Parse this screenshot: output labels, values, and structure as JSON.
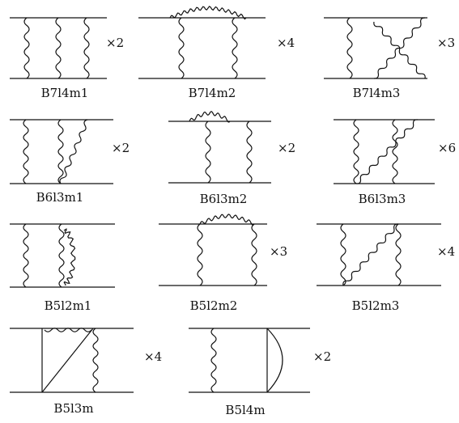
{
  "diagrams": [
    {
      "label": "B7l4m1",
      "multiplicity": "×2"
    },
    {
      "label": "B7l4m2",
      "multiplicity": "×4"
    },
    {
      "label": "B7l4m3",
      "multiplicity": "×3"
    },
    {
      "label": "B6l3m1",
      "multiplicity": "×2"
    },
    {
      "label": "B6l3m2",
      "multiplicity": "×2"
    },
    {
      "label": "B6l3m3",
      "multiplicity": "×6"
    },
    {
      "label": "B5l2m1",
      "multiplicity": ""
    },
    {
      "label": "B5l2m2",
      "multiplicity": "×3"
    },
    {
      "label": "B5l2m3",
      "multiplicity": "×4"
    },
    {
      "label": "B5l3m",
      "multiplicity": "×4"
    },
    {
      "label": "B5l4m",
      "multiplicity": "×2"
    }
  ]
}
